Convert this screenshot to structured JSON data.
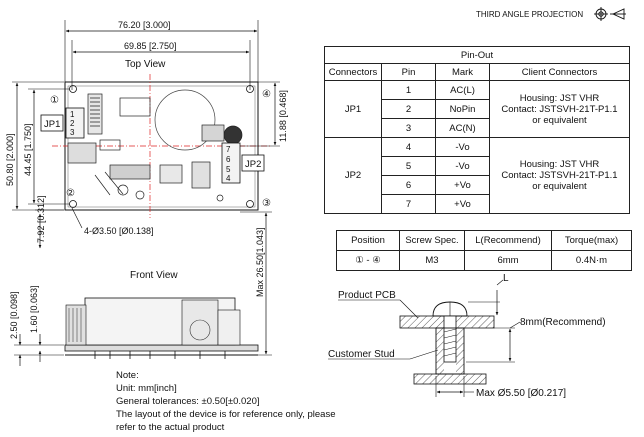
{
  "header": {
    "projection_label": "THIRD ANGLE PROJECTION"
  },
  "top_view": {
    "title": "Top View",
    "dim_overall_width": "76.20 [3.000]",
    "dim_hole_spacing_x": "69.85 [2.750]",
    "dim_overall_height": "50.80 [2.000]",
    "dim_hole_spacing_y": "44.45 [1.750]",
    "dim_jp2_offset": "11.88 [0.468]",
    "dim_hole_edge": "7.92 [0.312]",
    "hole_callout": "4-Ø3.50 [Ø0.138]",
    "jp1_label": "JP1",
    "jp2_label": "JP2",
    "jp1_pins": [
      "1",
      "2",
      "3"
    ],
    "jp2_pins": [
      "7",
      "6",
      "5",
      "4"
    ],
    "hole_numbers": [
      "①",
      "②",
      "③",
      "④"
    ]
  },
  "front_view": {
    "title": "Front View",
    "dim_max_height": "Max 26.50[1.043]",
    "dim_pcb_gap": "2.50 [0.098]",
    "dim_pcb_thickness": "1.60 [0.063]"
  },
  "pinout": {
    "title": "Pin-Out",
    "headers": [
      "Connectors",
      "Pin",
      "Mark",
      "Client Connectors"
    ],
    "groups": [
      {
        "connector": "JP1",
        "client": [
          "Housing: JST VHR",
          "Contact: JSTSVH-21T-P1.1",
          "or equivalent"
        ],
        "rows": [
          {
            "pin": "1",
            "mark": "AC(L)"
          },
          {
            "pin": "2",
            "mark": "NoPin"
          },
          {
            "pin": "3",
            "mark": "AC(N)"
          }
        ]
      },
      {
        "connector": "JP2",
        "client": [
          "Housing: JST VHR",
          "Contact: JSTSVH-21T-P1.1",
          "or equivalent"
        ],
        "rows": [
          {
            "pin": "4",
            "mark": "-Vo"
          },
          {
            "pin": "5",
            "mark": "-Vo"
          },
          {
            "pin": "6",
            "mark": "+Vo"
          },
          {
            "pin": "7",
            "mark": "+Vo"
          }
        ]
      }
    ]
  },
  "screw_table": {
    "headers": [
      "Position",
      "Screw Spec.",
      "L(Recommend)",
      "Torque(max)"
    ],
    "row": [
      "① - ④",
      "M3",
      "6mm",
      "0.4N·m"
    ]
  },
  "mounting_detail": {
    "product_pcb": "Product PCB",
    "customer_stud": "Customer Stud",
    "l_label": "L",
    "recommend": "8mm(Recommend)",
    "max_diameter": "Max Ø5.50 [Ø0.217]"
  },
  "notes": [
    "Note:",
    "Unit: mm[inch]",
    "General tolerances: ±0.50[±0.020]",
    "The layout of the device is for reference only, please",
    "refer to the actual product"
  ]
}
